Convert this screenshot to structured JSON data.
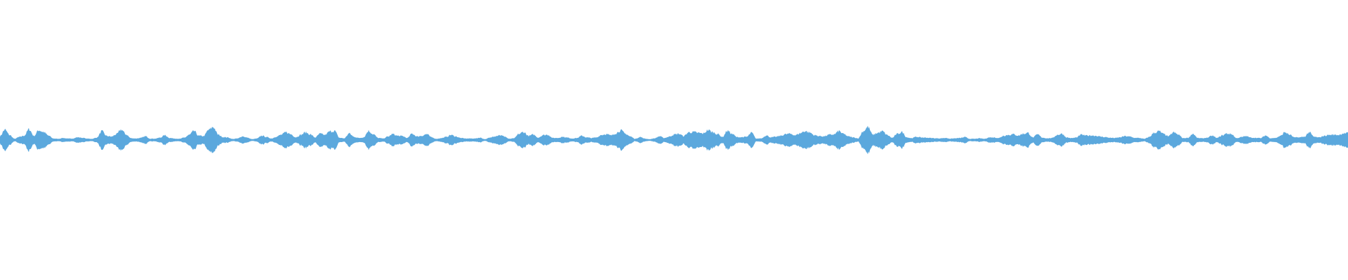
{
  "waveform": {
    "color": "#5ba8dd",
    "background": "#ffffff",
    "peak_envelope": [
      0.23,
      0.61,
      0.29,
      0.07,
      0.18,
      0.26,
      0.64,
      0.24,
      0.58,
      0.47,
      0.26,
      0.09,
      0.07,
      0.12,
      0.08,
      0.09,
      0.16,
      0.13,
      0.08,
      0.07,
      0.15,
      0.52,
      0.24,
      0.2,
      0.34,
      0.62,
      0.33,
      0.11,
      0.09,
      0.12,
      0.22,
      0.08,
      0.08,
      0.14,
      0.28,
      0.12,
      0.09,
      0.07,
      0.14,
      0.3,
      0.53,
      0.25,
      0.23,
      0.59,
      0.77,
      0.31,
      0.17,
      0.15,
      0.06,
      0.09,
      0.22,
      0.14,
      0.05,
      0.09,
      0.26,
      0.17,
      0.09,
      0.2,
      0.31,
      0.46,
      0.34,
      0.16,
      0.3,
      0.45,
      0.33,
      0.15,
      0.37,
      0.3,
      0.5,
      0.54,
      0.13,
      0.1,
      0.39,
      0.19,
      0.12,
      0.16,
      0.54,
      0.34,
      0.12,
      0.09,
      0.2,
      0.35,
      0.25,
      0.23,
      0.12,
      0.38,
      0.21,
      0.25,
      0.35,
      0.16,
      0.07,
      0.11,
      0.18,
      0.3,
      0.21,
      0.12,
      0.09,
      0.09,
      0.09,
      0.14,
      0.05,
      0.13,
      0.23,
      0.29,
      0.22,
      0.07,
      0.1,
      0.36,
      0.47,
      0.24,
      0.32,
      0.14,
      0.29,
      0.31,
      0.12,
      0.12,
      0.19,
      0.14,
      0.09,
      0.12,
      0.25,
      0.15,
      0.12,
      0.15,
      0.3,
      0.35,
      0.27,
      0.4,
      0.57,
      0.37,
      0.21,
      0.07,
      0.18,
      0.08,
      0.05,
      0.1,
      0.22,
      0.12,
      0.2,
      0.32,
      0.37,
      0.23,
      0.45,
      0.47,
      0.42,
      0.38,
      0.59,
      0.46,
      0.35,
      0.18,
      0.55,
      0.36,
      0.17,
      0.17,
      0.19,
      0.43,
      0.08,
      0.1,
      0.27,
      0.16,
      0.19,
      0.25,
      0.34,
      0.37,
      0.28,
      0.4,
      0.53,
      0.44,
      0.28,
      0.23,
      0.22,
      0.31,
      0.33,
      0.53,
      0.35,
      0.21,
      0.15,
      0.1,
      0.52,
      0.77,
      0.31,
      0.42,
      0.51,
      0.29,
      0.13,
      0.35,
      0.47,
      0.16,
      0.11,
      0.19,
      0.15,
      0.14,
      0.12,
      0.1,
      0.1,
      0.12,
      0.08,
      0.1,
      0.12,
      0.17,
      0.07,
      0.07,
      0.1,
      0.07,
      0.15,
      0.15,
      0.12,
      0.26,
      0.3,
      0.34,
      0.26,
      0.37,
      0.42,
      0.15,
      0.33,
      0.14,
      0.1,
      0.12,
      0.3,
      0.37,
      0.15,
      0.11,
      0.15,
      0.32,
      0.26,
      0.27,
      0.25,
      0.2,
      0.17,
      0.13,
      0.12,
      0.16,
      0.23,
      0.2,
      0.13,
      0.12,
      0.07,
      0.18,
      0.42,
      0.52,
      0.35,
      0.22,
      0.45,
      0.32,
      0.11,
      0.13,
      0.37,
      0.12,
      0.1,
      0.14,
      0.25,
      0.12,
      0.27,
      0.38,
      0.35,
      0.11,
      0.17,
      0.23,
      0.14,
      0.13,
      0.11,
      0.27,
      0.11,
      0.12,
      0.23,
      0.46,
      0.31,
      0.15,
      0.16,
      0.19,
      0.46,
      0.19,
      0.15,
      0.24,
      0.3,
      0.31,
      0.3,
      0.39,
      0.41
    ],
    "seed": 7
  }
}
